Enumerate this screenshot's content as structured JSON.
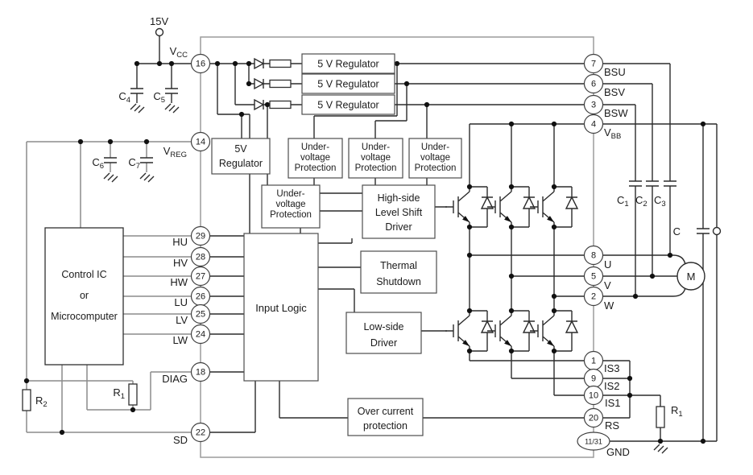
{
  "diagram": {
    "supply_label": "15V",
    "blocks": {
      "regulator_5v_row": "5 V Regulator",
      "regulator_5v": [
        "5V",
        "Regulator"
      ],
      "undervoltage": [
        "Under-",
        "voltage",
        "Protection"
      ],
      "high_side_driver": [
        "High-side",
        "Level Shift",
        "Driver"
      ],
      "thermal": [
        "Thermal",
        "Shutdown"
      ],
      "input_logic": "Input Logic",
      "low_side_driver": [
        "Low-side",
        "Driver"
      ],
      "overcurrent": [
        "Over current",
        "protection"
      ],
      "controller": [
        "Control IC",
        "or",
        "Microcomputer"
      ]
    },
    "pins_left": [
      {
        "num": "16",
        "base": "V",
        "sub": "CC"
      },
      {
        "num": "14",
        "base": "V",
        "sub": "REG"
      },
      {
        "num": "29",
        "base": "HU",
        "sub": ""
      },
      {
        "num": "28",
        "base": "HV",
        "sub": ""
      },
      {
        "num": "27",
        "base": "HW",
        "sub": ""
      },
      {
        "num": "26",
        "base": "LU",
        "sub": ""
      },
      {
        "num": "25",
        "base": "LV",
        "sub": ""
      },
      {
        "num": "24",
        "base": "LW",
        "sub": ""
      },
      {
        "num": "18",
        "base": "DIAG",
        "sub": ""
      },
      {
        "num": "22",
        "base": "SD",
        "sub": ""
      }
    ],
    "pins_right": [
      {
        "num": "7",
        "base": "BSU",
        "sub": ""
      },
      {
        "num": "6",
        "base": "BSV",
        "sub": ""
      },
      {
        "num": "3",
        "base": "BSW",
        "sub": ""
      },
      {
        "num": "4",
        "base": "V",
        "sub": "BB"
      },
      {
        "num": "8",
        "base": "U",
        "sub": ""
      },
      {
        "num": "5",
        "base": "V",
        "sub": ""
      },
      {
        "num": "2",
        "base": "W",
        "sub": ""
      },
      {
        "num": "1",
        "base": "IS3",
        "sub": ""
      },
      {
        "num": "9",
        "base": "IS2",
        "sub": ""
      },
      {
        "num": "10",
        "base": "IS1",
        "sub": ""
      },
      {
        "num": "20",
        "base": "RS",
        "sub": ""
      },
      {
        "num": "11/31",
        "base": "GND",
        "sub": ""
      }
    ],
    "passives": {
      "c1": {
        "base": "C",
        "sub": "1"
      },
      "c2": {
        "base": "C",
        "sub": "2"
      },
      "c3": {
        "base": "C",
        "sub": "3"
      },
      "c4": {
        "base": "C",
        "sub": "4"
      },
      "c5": {
        "base": "C",
        "sub": "5"
      },
      "c6": {
        "base": "C",
        "sub": "6"
      },
      "c7": {
        "base": "C",
        "sub": "7"
      },
      "c_bus": "C",
      "r1": {
        "base": "R",
        "sub": "1"
      },
      "r2": {
        "base": "R",
        "sub": "2"
      },
      "motor": "M"
    },
    "colors": {
      "wire": "#2b2b2b",
      "external_wire": "#8c8c8c",
      "package_outline": "#9c9c9c",
      "background": "#ffffff"
    }
  }
}
